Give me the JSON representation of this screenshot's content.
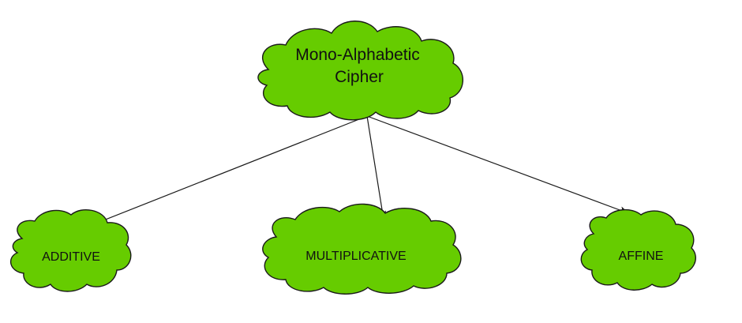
{
  "diagram": {
    "root": {
      "line1": "Mono-Alphabetic",
      "line2": "Cipher"
    },
    "children": [
      {
        "label": "ADDITIVE"
      },
      {
        "label": "MULTIPLICATIVE"
      },
      {
        "label": "AFFINE"
      }
    ],
    "colors": {
      "cloud_fill": "#66cc00",
      "outline": "#1a1a1a",
      "text": "#111111"
    }
  }
}
